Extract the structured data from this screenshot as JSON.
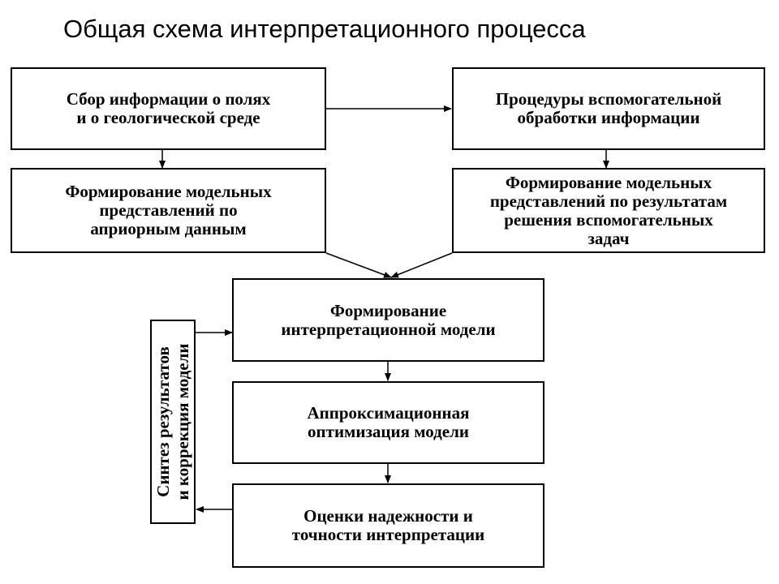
{
  "title": "Общая схема интерпретационного процесса",
  "boxes": {
    "collection": [
      "Сбор информации о полях",
      "и о геологической среде"
    ],
    "auxiliary_processing": [
      "Процедуры вспомогательной",
      "обработки информации"
    ],
    "apriori_models": [
      "Формирование модельных",
      "представлений по",
      "априорным данным"
    ],
    "auxiliary_models": [
      "Формирование модельных",
      "представлений по результатам",
      "решения вспомогательных",
      "задач"
    ],
    "interpretation_model": [
      "Формирование",
      "интерпретационной модели"
    ],
    "approximation": [
      "Аппроксимационная",
      "оптимизация модели"
    ],
    "reliability": [
      "Оценки надежности и",
      "точности интерпретации"
    ]
  },
  "side_box": [
    "Синтез результатов",
    "и коррекция модели"
  ]
}
